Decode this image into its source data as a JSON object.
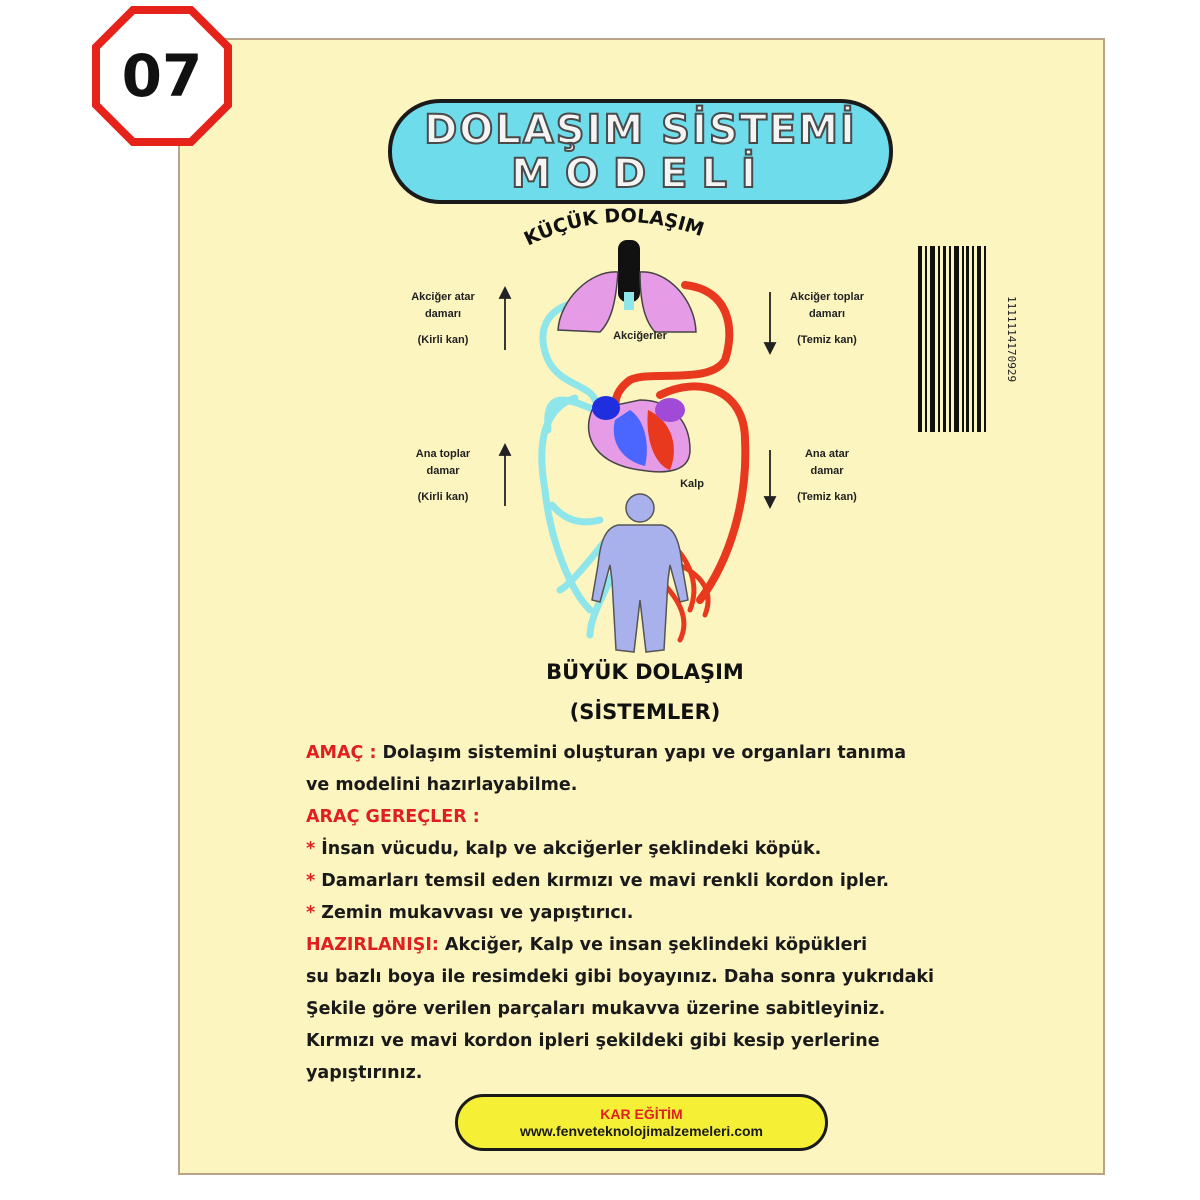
{
  "badge": {
    "number": "07"
  },
  "title": {
    "line1": "DOLAŞIM SİSTEMİ",
    "line2": "MODELİ"
  },
  "diagram": {
    "small_circulation": "KÜÇÜK DOLAŞIM",
    "lungs": "Akciğerler",
    "heart": "Kalp",
    "left_top": {
      "l1": "Akciğer atar",
      "l2": "damarı",
      "l3": "(Kirli kan)"
    },
    "right_top": {
      "l1": "Akciğer toplar",
      "l2": "damarı",
      "l3": "(Temiz kan)"
    },
    "left_bottom": {
      "l1": "Ana toplar",
      "l2": "damar",
      "l3": "(Kirli kan)"
    },
    "right_bottom": {
      "l1": "Ana atar",
      "l2": "damar",
      "l3": "(Temiz kan)"
    },
    "big_circulation": "BÜYÜK DOLAŞIM",
    "systems": "(SİSTEMLER)",
    "colors": {
      "clean_blood": "#e8391f",
      "dirty_blood": "#8fe6ea",
      "lungs": "#e59be6",
      "body": "#a9b1ec"
    }
  },
  "barcode": {
    "number": "1111114170929"
  },
  "text": {
    "amac_label": "AMAÇ :",
    "amac_1": " Dolaşım sistemini oluşturan yapı ve organları tanıma",
    "amac_2": "ve modelini hazırlayabilme.",
    "arac_label": "ARAÇ GEREÇLER :",
    "bullet": "*",
    "item_1": " İnsan vücudu, kalp ve akciğerler şeklindeki köpük.",
    "item_2": " Damarları temsil eden kırmızı ve mavi renkli kordon ipler.",
    "item_3": " Zemin mukavvası ve yapıştırıcı.",
    "haz_label": "HAZIRLANIŞI:",
    "haz_1": " Akciğer, Kalp ve insan şeklindeki köpükleri",
    "haz_2": "su bazlı boya ile resimdeki gibi boyayınız. Daha sonra yukrıdaki",
    "haz_3": "Şekile göre verilen parçaları mukavva üzerine sabitleyiniz.",
    "haz_4": "Kırmızı ve mavi kordon ipleri şekildeki gibi kesip yerlerine",
    "haz_5": "yapıştırınız."
  },
  "footer": {
    "brand": "KAR EĞİTİM",
    "url": "www.fenveteknolojimalzemeleri.com"
  }
}
